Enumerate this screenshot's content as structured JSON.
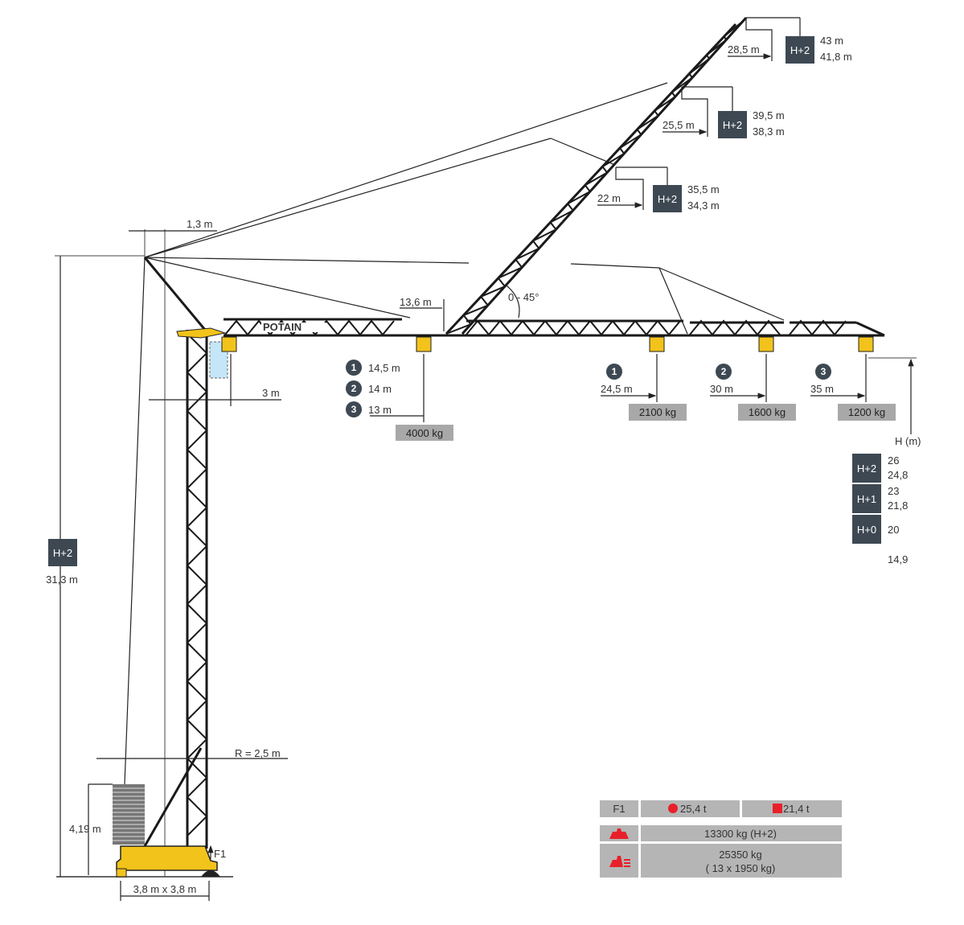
{
  "brand": "POTAIN",
  "dimensions": {
    "mast_offset": "1,3 m",
    "cab_offset": "3 m",
    "jib_pivot": "13,6 m",
    "luffing_angle": "0 - 45°",
    "radius": "R = 2,5 m",
    "ballast_height": "4,19 m",
    "base": "3,8 m x 3,8 m",
    "tower_height_label": "H+2",
    "tower_height": "31,3 m",
    "force_label": "F1"
  },
  "luffing_positions": [
    {
      "radius": "28,5 m",
      "config": "H+2",
      "heights": [
        "43 m",
        "41,8 m"
      ]
    },
    {
      "radius": "25,5 m",
      "config": "H+2",
      "heights": [
        "39,5 m",
        "38,3 m"
      ]
    },
    {
      "radius": "22 m",
      "config": "H+2",
      "heights": [
        "35,5 m",
        "34,3 m"
      ]
    }
  ],
  "near_load": {
    "radii": [
      {
        "n": "1",
        "value": "14,5 m"
      },
      {
        "n": "2",
        "value": "14 m"
      },
      {
        "n": "3",
        "value": "13 m"
      }
    ],
    "load": "4000 kg"
  },
  "tip_loads": [
    {
      "n": "1",
      "radius": "24,5 m",
      "load": "2100 kg"
    },
    {
      "n": "2",
      "radius": "30 m",
      "load": "1600 kg"
    },
    {
      "n": "3",
      "radius": "35 m",
      "load": "1200 kg"
    }
  ],
  "height_table": {
    "header": "H (m)",
    "rows": [
      {
        "config": "H+2",
        "values": [
          "26",
          "24,8"
        ]
      },
      {
        "config": "H+1",
        "values": [
          "23",
          "21,8"
        ]
      },
      {
        "config": "H+0",
        "values": [
          "20"
        ]
      }
    ],
    "base_value": "14,9"
  },
  "spec_table": {
    "f1_label": "F1",
    "f1_circle": "25,4 t",
    "f1_square": "21,4 t",
    "weight_icon": "crane-weight-icon",
    "weight": "13300 kg (H+2)",
    "ballast_icon": "ballast-icon",
    "ballast_total": "25350 kg",
    "ballast_detail": "( 13 x 1950 kg)",
    "accent": "#e8202a"
  }
}
